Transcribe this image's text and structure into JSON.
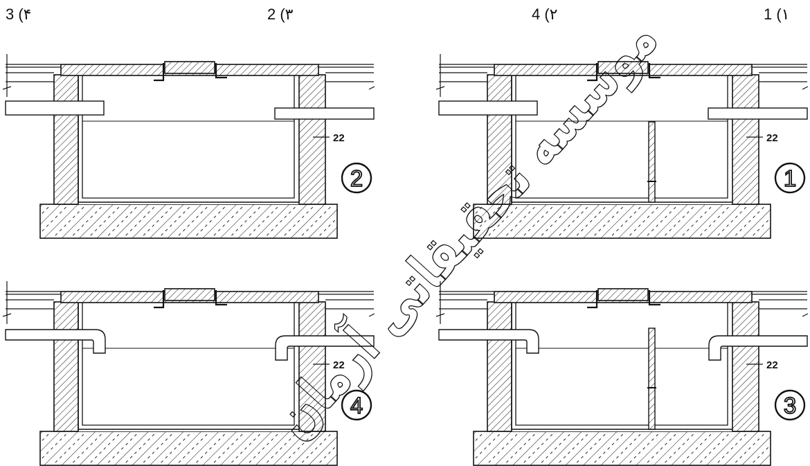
{
  "option_labels": [
    "3 (۴",
    "2 (۳",
    "4 (۲",
    "1 (۱"
  ],
  "diagrams": [
    {
      "number": "2",
      "dimension": "22"
    },
    {
      "number": "1",
      "dimension": "22"
    },
    {
      "number": "4",
      "dimension": "22"
    },
    {
      "number": "3",
      "dimension": "22"
    }
  ],
  "watermark": "موسسه تحقیقاتی آرمان",
  "colors": {
    "ink": "#111111",
    "background": "#ffffff"
  }
}
